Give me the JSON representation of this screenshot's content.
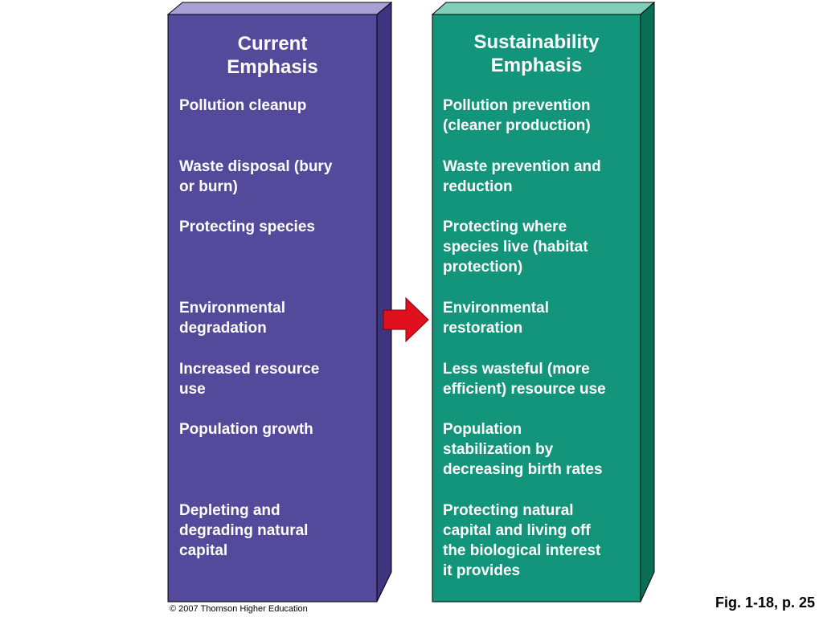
{
  "colors": {
    "left_front": "#534A9B",
    "left_top": "#A7A2D3",
    "left_side": "#3E3580",
    "right_front": "#12957A",
    "right_top": "#7FCFB8",
    "right_side": "#0B6E57",
    "arrow": "#E0101E"
  },
  "left": {
    "heading": "Current\nEmphasis",
    "items": [
      "Pollution cleanup",
      "Waste disposal (bury\nor burn)",
      "Protecting species",
      "Environmental\ndegradation",
      "Increased resource\nuse",
      "Population growth",
      "Depleting and\ndegrading natural\ncapital"
    ]
  },
  "right": {
    "heading": "Sustainability\nEmphasis",
    "items": [
      "Pollution prevention\n(cleaner production)",
      "Waste prevention and\nreduction",
      "Protecting where\nspecies live (habitat\nprotection)",
      "Environmental\nrestoration",
      "Less wasteful (more\nefficient) resource use",
      "Population\nstabilization by\ndecreasing birth rates",
      "Protecting natural\ncapital and living off\nthe biological interest\nit provides"
    ]
  },
  "arrow_icon": "right-arrow-icon",
  "copyright": "© 2007 Thomson Higher Education",
  "figure_ref": "Fig. 1-18, p. 25"
}
